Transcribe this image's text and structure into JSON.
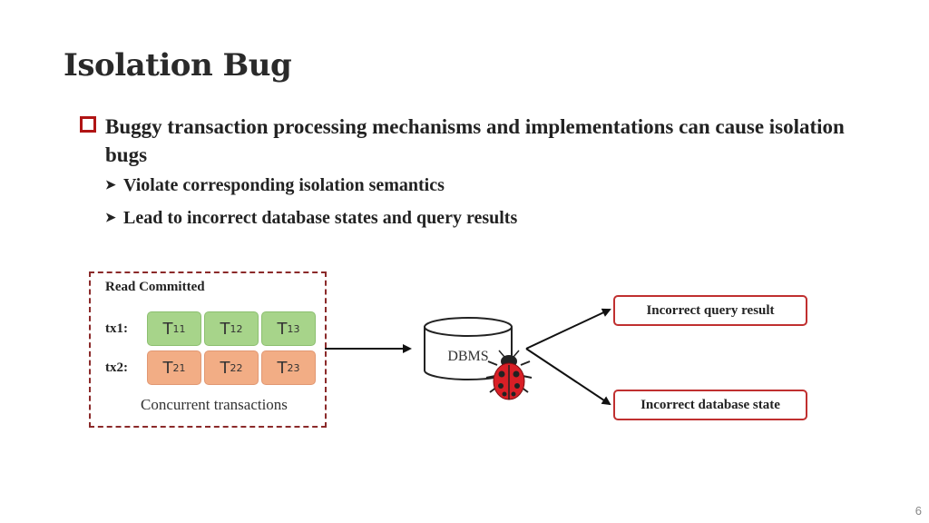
{
  "title": "Isolation Bug",
  "bullets": {
    "main": "Buggy transaction processing mechanisms and implementations can cause isolation bugs",
    "sub": [
      "Violate corresponding isolation semantics",
      "Lead to incorrect database states and query results"
    ]
  },
  "diagram": {
    "isolation_level": "Read Committed",
    "tx1_label": "tx1:",
    "tx2_label": "tx2:",
    "tx1_ops": [
      {
        "base": "T",
        "sub": "11"
      },
      {
        "base": "T",
        "sub": "12"
      },
      {
        "base": "T",
        "sub": "13"
      }
    ],
    "tx2_ops": [
      {
        "base": "T",
        "sub": "21"
      },
      {
        "base": "T",
        "sub": "22"
      },
      {
        "base": "T",
        "sub": "23"
      }
    ],
    "caption": "Concurrent transactions",
    "dbms_label": "DBMS",
    "result_top": "Incorrect query result",
    "result_bottom": "Incorrect database state",
    "colors": {
      "tx1": "#a7d48a",
      "tx2": "#f2ad85",
      "dashed_border": "#8b2a2a",
      "result_border": "#c03030",
      "bullet": "#b01515"
    },
    "icons": [
      "database-cylinder-icon",
      "ladybug-icon",
      "arrow-icon"
    ]
  },
  "page_number": "6"
}
